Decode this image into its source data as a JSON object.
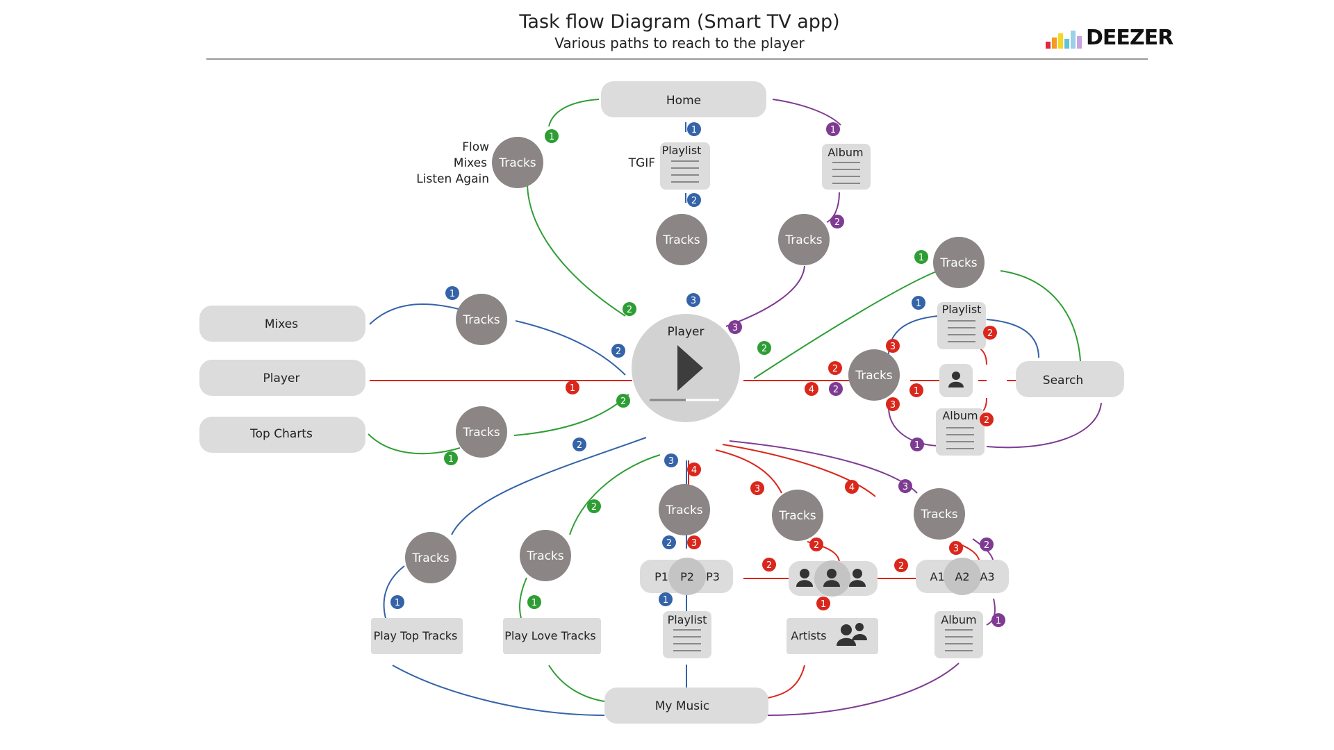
{
  "header": {
    "title": "Task flow Diagram (Smart TV app)",
    "subtitle": "Various paths to reach to the player",
    "logo_text": "DEEZER"
  },
  "colors": {
    "green": "#2e9e34",
    "blue": "#3463a8",
    "purple": "#7e3b92",
    "red": "#d9271c",
    "node_light": "#dcdcdc",
    "node_dark": "#8b8585",
    "line_grey": "#9a9a9a"
  },
  "labels": {
    "flow": "Flow",
    "mixes_hint": "Mixes",
    "listen_again": "Listen Again",
    "tgif": "TGIF"
  },
  "nodes": {
    "home": "Home",
    "mixes": "Mixes",
    "player_src": "Player",
    "top_charts": "Top Charts",
    "search": "Search",
    "my_music": "My Music",
    "play_top_tracks": "Play Top Tracks",
    "play_love_tracks": "Play Love Tracks",
    "artists": "Artists",
    "player_center": "Player",
    "tracks": "Tracks",
    "playlist": "Playlist",
    "album": "Album",
    "p1": "P1",
    "p2": "P2",
    "p3": "P3",
    "a1": "A1",
    "a2": "A2",
    "a3": "A3"
  },
  "badges": [
    "1",
    "2",
    "3",
    "4"
  ]
}
